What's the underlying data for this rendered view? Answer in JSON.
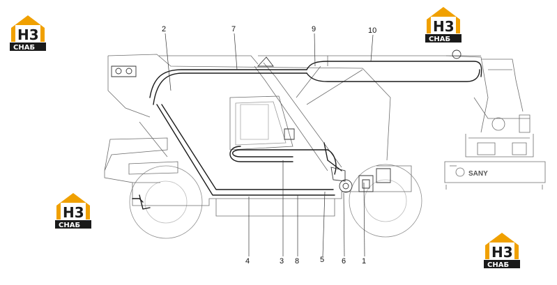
{
  "callouts": {
    "c1": "1",
    "c2": "2",
    "c3": "3",
    "c4": "4",
    "c5": "5",
    "c6": "6",
    "c7": "7",
    "c8": "8",
    "c9": "9",
    "c10": "10"
  },
  "brand": {
    "sany_label": "SANY"
  },
  "watermark": {
    "mark": "H3",
    "word": "CHAБ"
  },
  "colors": {
    "line": "#4a4a4a",
    "hose": "#1a1a1a",
    "logo_orange": "#f0a000",
    "logo_dark": "#1a1a1a"
  }
}
